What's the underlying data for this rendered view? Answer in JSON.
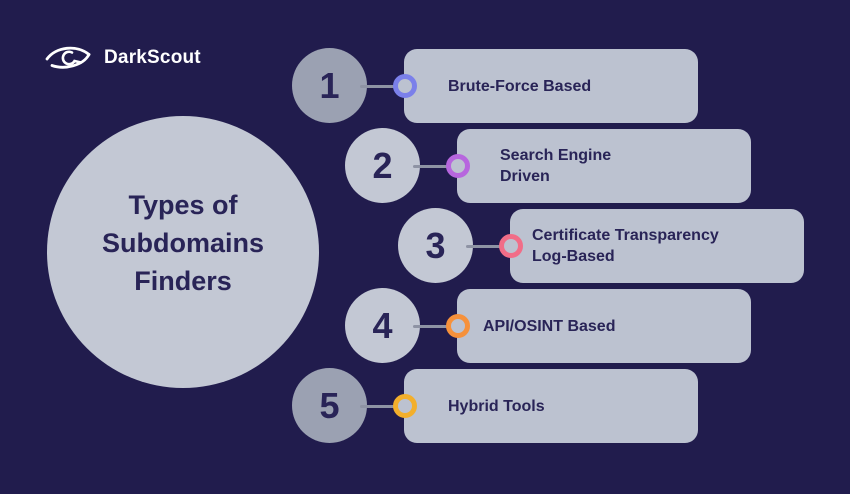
{
  "brand": {
    "name": "DarkScout",
    "logo_icon": "eye-icon"
  },
  "title": {
    "line1": "Types of",
    "line2": "Subdomains",
    "line3": "Finders"
  },
  "items": [
    {
      "number": "1",
      "label": "Brute-Force Based",
      "ring_color": "#7b80ea",
      "circle_tone": "dark"
    },
    {
      "number": "2",
      "label": "Search Engine\nDriven",
      "ring_color": "#b766de",
      "circle_tone": "light"
    },
    {
      "number": "3",
      "label": "Certificate Transparency\nLog-Based",
      "ring_color": "#f16d88",
      "circle_tone": "light"
    },
    {
      "number": "4",
      "label": "API/OSINT Based",
      "ring_color": "#f6913b",
      "circle_tone": "light"
    },
    {
      "number": "5",
      "label": "Hybrid Tools",
      "ring_color": "#f3af2c",
      "circle_tone": "dark"
    }
  ],
  "palette": {
    "background": "#211c4d",
    "card": "#bcc2d0",
    "card_text": "#292457",
    "hero_circle": "#c3c8d4",
    "number_circle_light": "#c3c8d4",
    "number_circle_dark": "#9ba1b2",
    "connector": "#8e93a4",
    "logo_text": "#ffffff"
  }
}
